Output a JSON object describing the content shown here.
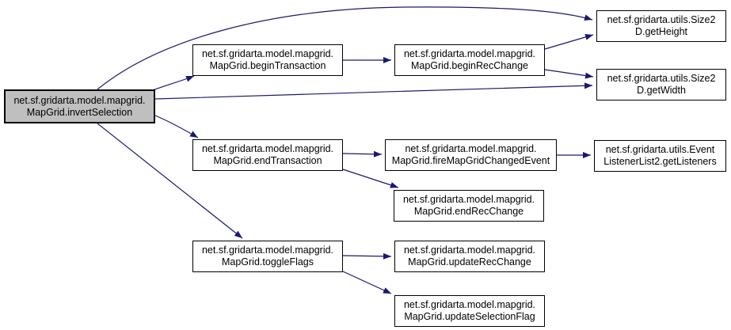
{
  "diagram": {
    "type": "call-graph",
    "root_function": "net.sf.gridarta.model.mapgrid.MapGrid.invertSelection",
    "colors": {
      "edge": "#191970",
      "node_border": "#000000",
      "node_fill": "#ffffff",
      "root_node_fill": "#bfbfbf",
      "text": "#000000",
      "background": "#ffffff"
    },
    "nodes": [
      {
        "id": "invertSelection",
        "label": "net.sf.gridarta.model.mapgrid.\nMapGrid.invertSelection",
        "highlighted": true
      },
      {
        "id": "beginTransaction",
        "label": "net.sf.gridarta.model.mapgrid.\nMapGrid.beginTransaction",
        "highlighted": false
      },
      {
        "id": "beginRecChange",
        "label": "net.sf.gridarta.model.mapgrid.\nMapGrid.beginRecChange",
        "highlighted": false
      },
      {
        "id": "getHeight",
        "label": "net.sf.gridarta.utils.Size2\nD.getHeight",
        "highlighted": false
      },
      {
        "id": "getWidth",
        "label": "net.sf.gridarta.utils.Size2\nD.getWidth",
        "highlighted": false
      },
      {
        "id": "endTransaction",
        "label": "net.sf.gridarta.model.mapgrid.\nMapGrid.endTransaction",
        "highlighted": false
      },
      {
        "id": "fireMapGridChangedEvent",
        "label": "net.sf.gridarta.model.mapgrid.\nMapGrid.fireMapGridChangedEvent",
        "highlighted": false
      },
      {
        "id": "getListeners",
        "label": "net.sf.gridarta.utils.Event\nListenerList2.getListeners",
        "highlighted": false
      },
      {
        "id": "endRecChange",
        "label": "net.sf.gridarta.model.mapgrid.\nMapGrid.endRecChange",
        "highlighted": false
      },
      {
        "id": "toggleFlags",
        "label": "net.sf.gridarta.model.mapgrid.\nMapGrid.toggleFlags",
        "highlighted": false
      },
      {
        "id": "updateRecChange",
        "label": "net.sf.gridarta.model.mapgrid.\nMapGrid.updateRecChange",
        "highlighted": false
      },
      {
        "id": "updateSelectionFlag",
        "label": "net.sf.gridarta.model.mapgrid.\nMapGrid.updateSelectionFlag",
        "highlighted": false
      }
    ],
    "edges": [
      {
        "from": "invertSelection",
        "to": "beginTransaction"
      },
      {
        "from": "invertSelection",
        "to": "getHeight"
      },
      {
        "from": "invertSelection",
        "to": "getWidth"
      },
      {
        "from": "invertSelection",
        "to": "endTransaction"
      },
      {
        "from": "invertSelection",
        "to": "toggleFlags"
      },
      {
        "from": "beginTransaction",
        "to": "beginRecChange"
      },
      {
        "from": "beginRecChange",
        "to": "getHeight"
      },
      {
        "from": "beginRecChange",
        "to": "getWidth"
      },
      {
        "from": "endTransaction",
        "to": "fireMapGridChangedEvent"
      },
      {
        "from": "endTransaction",
        "to": "endRecChange"
      },
      {
        "from": "fireMapGridChangedEvent",
        "to": "getListeners"
      },
      {
        "from": "toggleFlags",
        "to": "updateRecChange"
      },
      {
        "from": "toggleFlags",
        "to": "updateSelectionFlag"
      }
    ]
  }
}
